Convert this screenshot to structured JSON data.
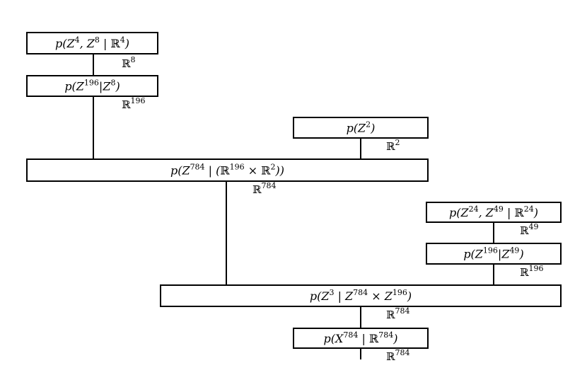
{
  "boxes": [
    {
      "id": "n1",
      "parts": [
        [
          "t",
          "p("
        ],
        [
          "t",
          "Z"
        ],
        [
          "s",
          "4"
        ],
        [
          "t",
          ", Z"
        ],
        [
          "s",
          "8"
        ],
        [
          "t",
          " | "
        ],
        [
          "u",
          "ℝ"
        ],
        [
          "s",
          "4"
        ],
        [
          "t",
          ")"
        ]
      ]
    },
    {
      "id": "n2",
      "parts": [
        [
          "t",
          "p("
        ],
        [
          "t",
          "Z"
        ],
        [
          "s",
          "196"
        ],
        [
          "t",
          "|Z"
        ],
        [
          "s",
          "8"
        ],
        [
          "t",
          ")"
        ]
      ]
    },
    {
      "id": "n3",
      "parts": [
        [
          "t",
          "p("
        ],
        [
          "t",
          "Z"
        ],
        [
          "s",
          "2"
        ],
        [
          "t",
          ")"
        ]
      ]
    },
    {
      "id": "n4",
      "parts": [
        [
          "t",
          "p("
        ],
        [
          "t",
          "Z"
        ],
        [
          "s",
          "784"
        ],
        [
          "t",
          " | ("
        ],
        [
          "u",
          "ℝ"
        ],
        [
          "s",
          "196"
        ],
        [
          "t",
          " × "
        ],
        [
          "u",
          "ℝ"
        ],
        [
          "s",
          "2"
        ],
        [
          "t",
          "))"
        ]
      ]
    },
    {
      "id": "n5",
      "parts": [
        [
          "t",
          "p("
        ],
        [
          "t",
          "Z"
        ],
        [
          "s",
          "24"
        ],
        [
          "t",
          ", Z"
        ],
        [
          "s",
          "49"
        ],
        [
          "t",
          " | "
        ],
        [
          "u",
          "ℝ"
        ],
        [
          "s",
          "24"
        ],
        [
          "t",
          ")"
        ]
      ]
    },
    {
      "id": "n6",
      "parts": [
        [
          "t",
          "p("
        ],
        [
          "t",
          "Z"
        ],
        [
          "s",
          "196"
        ],
        [
          "t",
          "|Z"
        ],
        [
          "s",
          "49"
        ],
        [
          "t",
          ")"
        ]
      ]
    },
    {
      "id": "n7",
      "parts": [
        [
          "t",
          "p("
        ],
        [
          "t",
          "Z"
        ],
        [
          "s",
          "3"
        ],
        [
          "t",
          " | Z"
        ],
        [
          "s",
          "784"
        ],
        [
          "t",
          " × Z"
        ],
        [
          "s",
          "196"
        ],
        [
          "t",
          ")"
        ]
      ]
    },
    {
      "id": "n8",
      "parts": [
        [
          "t",
          "p("
        ],
        [
          "t",
          "X"
        ],
        [
          "s",
          "784"
        ],
        [
          "t",
          " | "
        ],
        [
          "u",
          "ℝ"
        ],
        [
          "s",
          "784"
        ],
        [
          "t",
          ")"
        ]
      ]
    }
  ],
  "edge_labels": [
    {
      "id": "e1",
      "base": "ℝ",
      "exp": "8"
    },
    {
      "id": "e2",
      "base": "ℝ",
      "exp": "196"
    },
    {
      "id": "e3",
      "base": "ℝ",
      "exp": "2"
    },
    {
      "id": "e4",
      "base": "ℝ",
      "exp": "784"
    },
    {
      "id": "e5",
      "base": "ℝ",
      "exp": "49"
    },
    {
      "id": "e6",
      "base": "ℝ",
      "exp": "196"
    },
    {
      "id": "e7",
      "base": "ℝ",
      "exp": "784"
    },
    {
      "id": "e8",
      "base": "ℝ",
      "exp": "784"
    }
  ]
}
